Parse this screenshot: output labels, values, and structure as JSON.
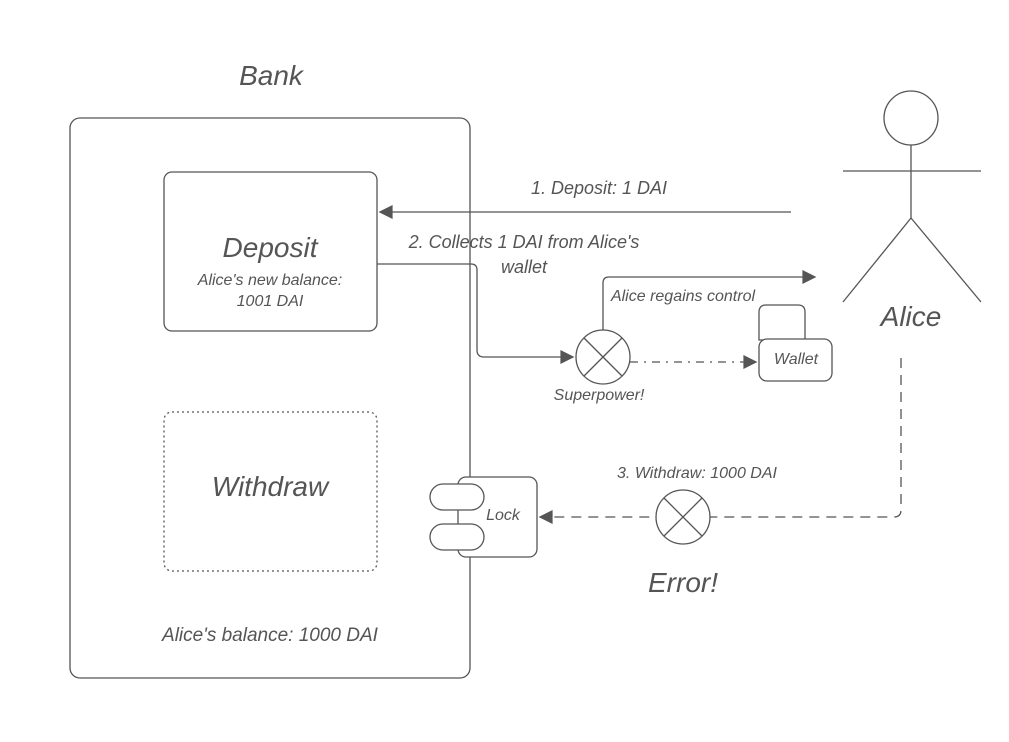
{
  "bank": {
    "title": "Bank",
    "deposit_title": "Deposit",
    "deposit_balance_line1": "Alice's new balance:",
    "deposit_balance_line2": "1001 DAI",
    "withdraw_title": "Withdraw",
    "balance_label": "Alice's balance: 1000 DAI"
  },
  "lock": {
    "label": "Lock"
  },
  "actor": {
    "name": "Alice"
  },
  "wallet": {
    "label": "Wallet"
  },
  "flows": {
    "deposit": "1. Deposit: 1 DAI",
    "collects_line1": "2. Collects 1 DAI from Alice's",
    "collects_line2": "wallet",
    "regains": "Alice regains control",
    "superpower": "Superpower!",
    "withdraw": "3. Withdraw: 1000 DAI",
    "error": "Error!"
  },
  "colors": {
    "stroke": "#555555",
    "background": "#ffffff"
  }
}
